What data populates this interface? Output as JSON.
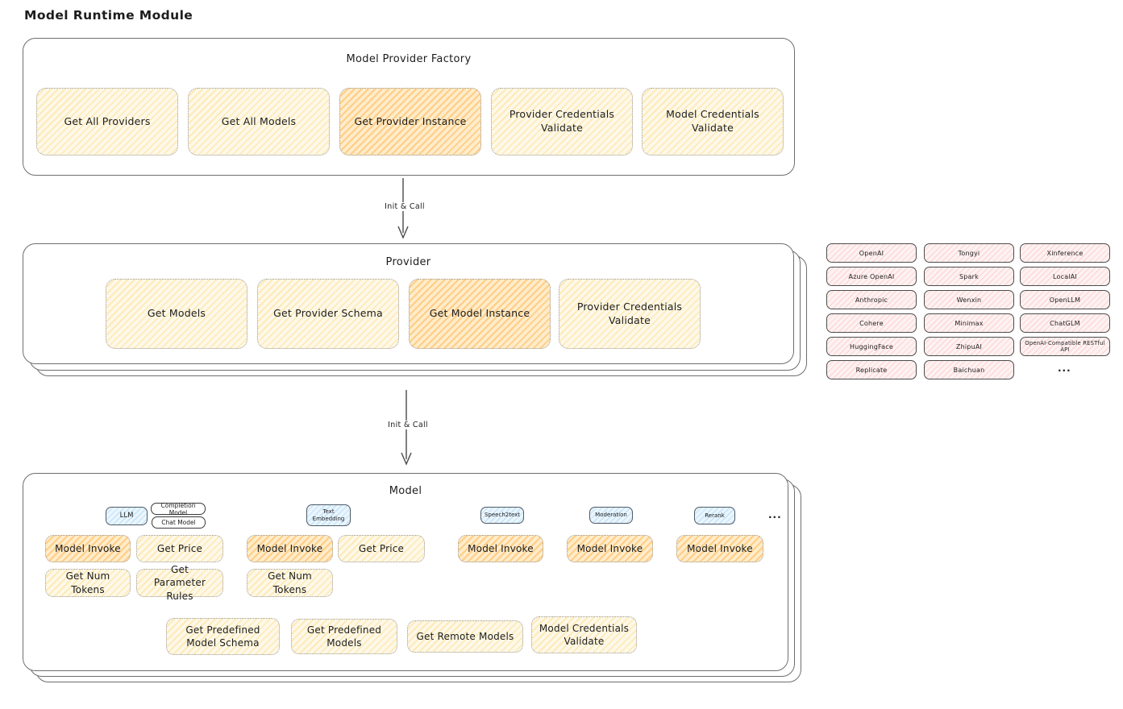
{
  "page_title": "Model Runtime Module",
  "arrows": {
    "arrow1_label": "Init & Call",
    "arrow2_label": "Init & Call"
  },
  "factory": {
    "title": "Model Provider Factory",
    "items": [
      {
        "label": "Get All Providers",
        "highlight": false
      },
      {
        "label": "Get All Models",
        "highlight": false
      },
      {
        "label": "Get Provider Instance",
        "highlight": true
      },
      {
        "label": "Provider Credentials Validate",
        "highlight": false
      },
      {
        "label": "Model Credentials Validate",
        "highlight": false
      }
    ]
  },
  "provider": {
    "title": "Provider",
    "items": [
      {
        "label": "Get Models",
        "highlight": false
      },
      {
        "label": "Get Provider Schema",
        "highlight": false
      },
      {
        "label": "Get Model Instance",
        "highlight": true
      },
      {
        "label": "Provider Credentials Validate",
        "highlight": false
      }
    ]
  },
  "provider_catalog": {
    "col1": [
      "OpenAI",
      "Azure OpenAI",
      "Anthropic",
      "Cohere",
      "HuggingFace",
      "Replicate"
    ],
    "col2": [
      "Tongyi",
      "Spark",
      "Wenxin",
      "Minimax",
      "ZhipuAI",
      "Baichuan"
    ],
    "col3": [
      "Xinference",
      "LocalAI",
      "OpenLLM",
      "ChatGLM",
      "OpenAI-Compatible RESTful API"
    ],
    "ellipsis": "..."
  },
  "model": {
    "title": "Model",
    "tags": {
      "llm": "LLM",
      "completion_model": "Completion Model",
      "chat_model": "Chat Model",
      "text_embedding": "Text Embedding",
      "speech2text": "Speech2text",
      "moderation": "Moderation",
      "rerank": "Rerank",
      "ellipsis": "..."
    },
    "functions": {
      "model_invoke": "Model Invoke",
      "get_price": "Get Price",
      "get_num_tokens": "Get Num Tokens",
      "get_parameter_rules": "Get Parameter Rules"
    },
    "bottom": [
      "Get Predefined Model Schema",
      "Get Predefined Models",
      "Get Remote Models",
      "Model Credentials Validate"
    ]
  },
  "colors": {
    "yellow_fill": "#fdf8e8",
    "yellow_hatch": "#ffe8b0",
    "orange_fill": "#ffeccb",
    "orange_hatch": "#ffce85",
    "pink_fill": "#fdf2f2",
    "pink_hatch": "#ffd7d7",
    "blue_fill": "#eaf5fd",
    "blue_hatch": "#c5e2f8",
    "stroke": "#6e6e6e",
    "text": "#1d1d1d"
  }
}
